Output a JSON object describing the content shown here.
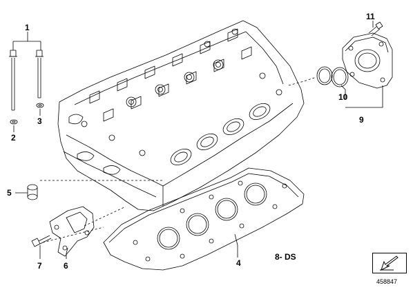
{
  "callouts": {
    "c1": "1",
    "c2": "2",
    "c3": "3",
    "c4": "4",
    "c5": "5",
    "c6": "6",
    "c7": "7",
    "c9": "9",
    "c10": "10",
    "c11": "11"
  },
  "note": "8- DS",
  "doc_number": "458847",
  "colors": {
    "line": "#000000",
    "background": "#ffffff"
  },
  "icons": {
    "nav": "arrow-icon"
  }
}
